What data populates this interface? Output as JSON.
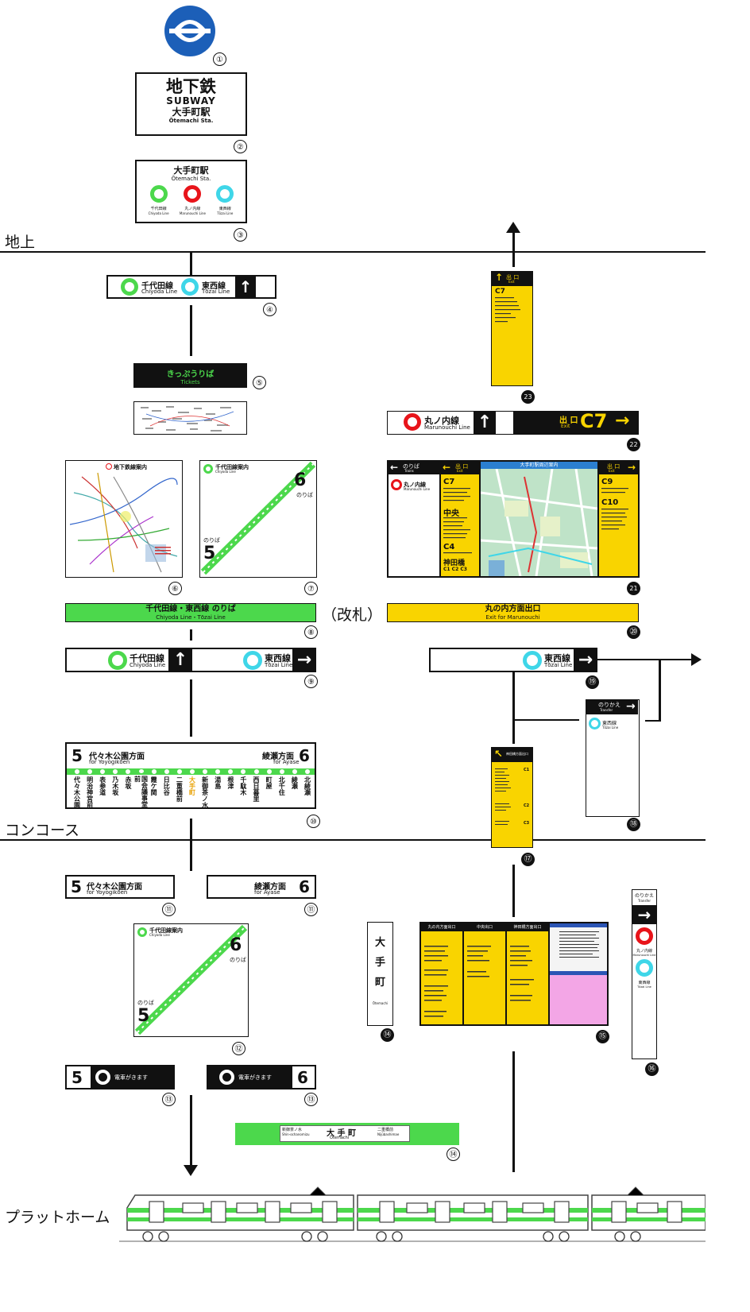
{
  "levels": {
    "ground": "地上",
    "concourse": "コンコース",
    "platform": "プラットホーム"
  },
  "gate_label": "（改札）",
  "numbers": [
    "①",
    "②",
    "③",
    "④",
    "⑤",
    "⑥",
    "⑦",
    "⑧",
    "⑨",
    "⑩",
    "⑪",
    "⑫",
    "⑬",
    "⑭",
    "⑮",
    "⑯",
    "⑰",
    "⑱",
    "⑲",
    "⑳",
    "21",
    "22",
    "23"
  ],
  "sign2": {
    "jp": "地下鉄",
    "en": "SUBWAY",
    "station_jp": "大手町駅",
    "station_en": "Ōtemachi Sta."
  },
  "sign3": {
    "station_jp": "大手町駅",
    "station_en": "Ōtemachi Sta.",
    "lines": [
      {
        "jp": "千代田線",
        "en": "Chiyoda Line",
        "color": "#4cd84c"
      },
      {
        "jp": "丸ノ内線",
        "en": "Marunouchi Line",
        "color": "#e8141a"
      },
      {
        "jp": "東西線",
        "en": "Tōzai Line",
        "color": "#3fd6e8"
      }
    ]
  },
  "sign4": {
    "line1_jp": "千代田線",
    "line1_en": "Chiyoda Line",
    "line2_jp": "東西線",
    "line2_en": "Tōzai Line",
    "arrow": "↑"
  },
  "sign5": {
    "jp": "きっぷうりば",
    "en": "Tickets"
  },
  "sign6": {
    "title": "地下鉄線案内"
  },
  "sign7": {
    "title": "千代田線案内",
    "title_en": "Chiyoda Line",
    "left_num": "5",
    "right_num": "6",
    "platform": "のりば"
  },
  "sign8": {
    "jp": "千代田線・東西線 のりば",
    "en": "Chiyoda Line・Tōzai Line"
  },
  "sign9": {
    "line1_jp": "千代田線",
    "line1_en": "Chiyoda Line",
    "line2_jp": "東西線",
    "line2_en": "Tōzai Line",
    "arrow_up": "↑",
    "arrow_right": "→"
  },
  "sign10": {
    "left_num": "5",
    "left_jp": "代々木公園方面",
    "left_en": "for Yoyogikōen",
    "right_num": "6",
    "right_jp": "綾瀬方面",
    "right_en": "for Ayase",
    "stations": [
      "代々木公園",
      "明治神宮前",
      "表参道",
      "乃木坂",
      "赤坂",
      "国会議事堂前",
      "霞ケ関",
      "日比谷",
      "二重橋前",
      "大手町",
      "新御茶ノ水",
      "湯島",
      "根津",
      "千駄木",
      "西日暮里",
      "町屋",
      "北千住",
      "綾瀬",
      "北綾瀬"
    ],
    "current": "大手町"
  },
  "sign11a": {
    "num": "5",
    "jp": "代々木公園方面",
    "en": "for Yoyogikōen"
  },
  "sign11b": {
    "num": "6",
    "jp": "綾瀬方面",
    "en": "for Ayase"
  },
  "sign12": {
    "title": "千代田線案内",
    "title_en": "Chiyoda Line",
    "left_num": "5",
    "right_num": "6",
    "platform": "のりば"
  },
  "sign13a": {
    "num": "5",
    "text": "電車がきます"
  },
  "sign13b": {
    "num": "6",
    "text": "電車がきます"
  },
  "sign14v": {
    "chars": [
      "大",
      "手",
      "町"
    ],
    "en": "Ōtemachi"
  },
  "sign14h": {
    "prev": "新御茶ノ水",
    "prev_en": "Shin-ochanomizu",
    "jp": "大 手 町",
    "en": "Ōtemachi",
    "next": "二重橋前",
    "next_en": "Nijūbashimae"
  },
  "sign15": {
    "panels": [
      "丸の内方面出口",
      "中央出口",
      "神田橋方面出口"
    ]
  },
  "sign16": {
    "head": "のりかえ",
    "head_en": "Transfer",
    "arrow": "→",
    "line1_jp": "丸ノ内線",
    "line1_en": "Marunouchi Line",
    "line2_jp": "東西線",
    "line2_en": "Tōzai Line"
  },
  "sign17": {
    "title": "神田橋方面出口",
    "exits": [
      "C1",
      "C2",
      "C3"
    ]
  },
  "sign18": {
    "head": "のりかえ",
    "head_en": "Transfer",
    "arrow": "→",
    "line_jp": "東西線",
    "line_en": "Tōzai Line"
  },
  "sign19": {
    "line_jp": "東西線",
    "line_en": "Tōzai Line",
    "arrow": "→"
  },
  "sign20": {
    "jp": "丸の内方面出口",
    "en": "Exit for Marunouchi"
  },
  "sign21": {
    "left_head": "のりば",
    "left_head_en": "Trains",
    "line_jp": "丸ノ内線",
    "line_en": "Marunouchi Line",
    "exit_head": "出 口",
    "exit_en": "Exit",
    "exits_left": [
      "C7",
      "中央",
      "C4",
      "神田橋"
    ],
    "exits_left_sub": [
      "C1 C2 C3"
    ],
    "map_title": "大手町駅周辺案内",
    "right_head": "出 口",
    "right_en": "Exit",
    "exits_right": [
      "C9",
      "C10"
    ]
  },
  "sign22": {
    "line_jp": "丸ノ内線",
    "line_en": "Marunouchi Line",
    "arrow_up": "↑",
    "exit_jp": "出 口",
    "exit_en": "Exit",
    "exit_code": "C7",
    "arrow_right": "→"
  },
  "sign23": {
    "head": "出 口",
    "head_en": "Exit",
    "code": "C7",
    "arrow": "↑"
  }
}
